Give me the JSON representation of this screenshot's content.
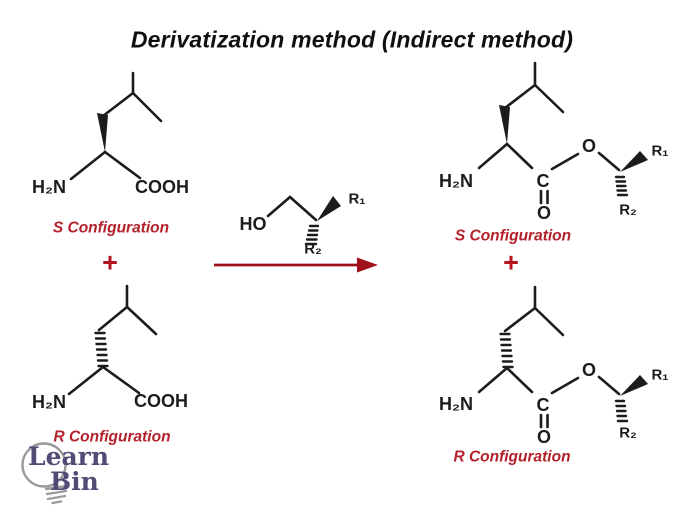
{
  "title": "Derivatization method (Indirect method)",
  "reaction": {
    "plus_left": "+",
    "plus_right": "+"
  },
  "reactants": {
    "s_amino_acid": {
      "amine": "H₂N",
      "carboxyl": "COOH",
      "config_label": "S Configuration"
    },
    "r_amino_acid": {
      "amine": "H₂N",
      "carboxyl": "COOH",
      "config_label": "R Configuration"
    }
  },
  "reagent": {
    "hydroxyl": "HO",
    "r1": "R₁",
    "r2": "R₂"
  },
  "products": {
    "s_ester": {
      "amine": "H₂N",
      "carbonyl_carbon": "C",
      "carbonyl_oxygen": "O",
      "ester_oxygen": "O",
      "r1": "R₁",
      "r2": "R₂",
      "config_label": "S Configuration"
    },
    "r_ester": {
      "amine": "H₂N",
      "carbonyl_carbon": "C",
      "carbonyl_oxygen": "O",
      "ester_oxygen": "O",
      "r1": "R₁",
      "r2": "R₂",
      "config_label": "R Configuration"
    }
  },
  "logo": {
    "line1": "Learn",
    "line2": "Bin"
  },
  "colors": {
    "structure": "#1c1c1c",
    "config_text": "#b3212b",
    "arrow": "#a1111b",
    "plus": "#b5131d",
    "logo_text": "#544a76",
    "logo_bulb": "#9b9b9b"
  }
}
